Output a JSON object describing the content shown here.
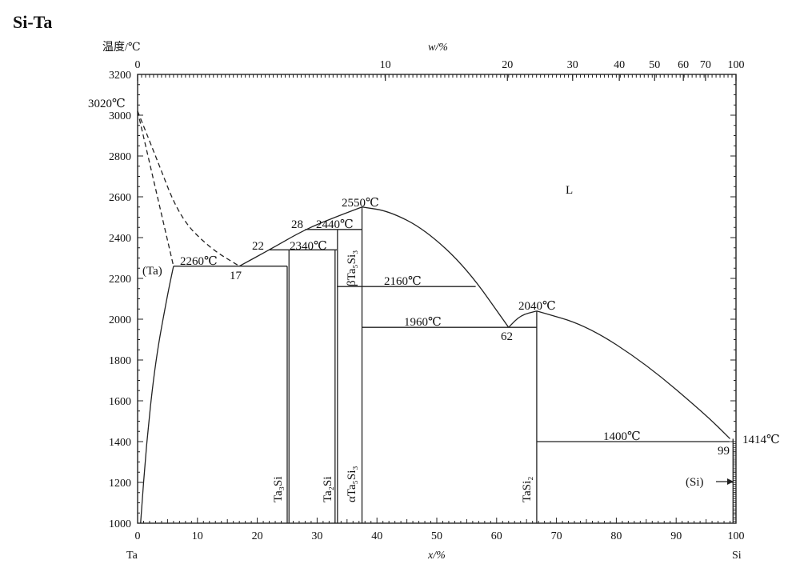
{
  "title": "Si-Ta",
  "axes": {
    "y_label": "温度/℃",
    "x_bottom_label": "x/%",
    "x_top_label": "w/%",
    "left_element": "Ta",
    "right_element": "Si",
    "y_ticks": [
      "1000",
      "1200",
      "1400",
      "1600",
      "1800",
      "2000",
      "2200",
      "2400",
      "2600",
      "2800",
      "3000",
      "3200"
    ],
    "y_values": [
      1000,
      1200,
      1400,
      1600,
      1800,
      2000,
      2200,
      2400,
      2600,
      2800,
      3000,
      3200
    ],
    "x_ticks": [
      "0",
      "10",
      "20",
      "30",
      "40",
      "50",
      "60",
      "70",
      "80",
      "90",
      "100"
    ],
    "x_values": [
      0,
      10,
      20,
      30,
      40,
      50,
      60,
      70,
      80,
      90,
      100
    ],
    "top_ticks": [
      "0",
      "10",
      "20",
      "30",
      "40",
      "50",
      "60",
      "70",
      "100"
    ],
    "top_positions_at": [
      0,
      41.4,
      61.8,
      72.7,
      80.5,
      86.4,
      91.2,
      94.9,
      100
    ]
  },
  "annotations": {
    "ta_melt": "3020℃",
    "ta_peritectic": "2260℃",
    "ta_phase": "(Ta)",
    "comp_17": "17",
    "comp_22": "22",
    "comp_28": "28",
    "t_2340": "2340℃",
    "t_2440": "2440℃",
    "t_2550": "2550℃",
    "t_2160": "2160℃",
    "t_1960": "1960℃",
    "comp_62": "62",
    "t_2040": "2040℃",
    "t_1400": "1400℃",
    "comp_99": "99",
    "si_melt": "1414℃",
    "liquid": "L",
    "si_phase": "(Si)"
  },
  "phases": {
    "ta3si": "Ta₃Si",
    "ta2si": "Ta₂Si",
    "beta_ta5si3": "βTa₅Si₃",
    "alpha_ta5si3": "αTa₅Si₃",
    "tasi2": "TaSi₂"
  },
  "chart_data": {
    "type": "line",
    "xlabel": "x/%",
    "ylabel": "温度/℃",
    "xlim": [
      0,
      100
    ],
    "ylim": [
      1000,
      3200
    ],
    "series": [
      {
        "values": [
          [
            0,
            3020
          ],
          [
            3,
            2800
          ],
          [
            7,
            2500
          ],
          [
            12,
            2350
          ],
          [
            17,
            2260
          ]
        ]
      },
      {
        "values": [
          [
            0,
            3020
          ],
          [
            6,
            2260
          ]
        ]
      },
      {
        "values": [
          [
            17,
            2260
          ],
          [
            22,
            2340
          ],
          [
            28,
            2440
          ],
          [
            33,
            2500
          ],
          [
            37.5,
            2550
          ]
        ]
      },
      {
        "values": [
          [
            37.5,
            2550
          ],
          [
            42,
            2530
          ],
          [
            48,
            2440
          ],
          [
            55,
            2250
          ],
          [
            62,
            1960
          ]
        ]
      },
      {
        "values": [
          [
            62,
            1960
          ],
          [
            64,
            2020
          ],
          [
            66.7,
            2040
          ]
        ]
      },
      {
        "values": [
          [
            66.7,
            2040
          ],
          [
            75,
            1970
          ],
          [
            85,
            1780
          ],
          [
            95,
            1530
          ],
          [
            99,
            1414
          ]
        ]
      },
      {
        "values": [
          [
            6,
            2260
          ],
          [
            25,
            2260
          ]
        ]
      },
      {
        "values": [
          [
            22,
            2340
          ],
          [
            33.3,
            2340
          ]
        ]
      },
      {
        "values": [
          [
            28,
            2440
          ],
          [
            37.5,
            2440
          ]
        ]
      },
      {
        "values": [
          [
            33.3,
            2160
          ],
          [
            56.5,
            2160
          ]
        ]
      },
      {
        "values": [
          [
            37.5,
            1960
          ],
          [
            66.7,
            1960
          ]
        ]
      },
      {
        "values": [
          [
            66.7,
            1400
          ],
          [
            99,
            1400
          ]
        ]
      },
      {
        "values": [
          [
            0.5,
            1000
          ],
          [
            1.5,
            1400
          ],
          [
            3,
            1800
          ],
          [
            5,
            2120
          ],
          [
            6,
            2260
          ]
        ]
      },
      {
        "values": [
          [
            25,
            1000
          ],
          [
            25,
            2260
          ]
        ]
      },
      {
        "values": [
          [
            25.3,
            1000
          ],
          [
            25.3,
            2340
          ]
        ]
      },
      {
        "values": [
          [
            33,
            1000
          ],
          [
            33,
            2340
          ]
        ]
      },
      {
        "values": [
          [
            33.4,
            1000
          ],
          [
            33.4,
            2440
          ]
        ]
      },
      {
        "values": [
          [
            37.5,
            1000
          ],
          [
            37.5,
            2550
          ]
        ]
      },
      {
        "values": [
          [
            66.7,
            1000
          ],
          [
            66.7,
            2040
          ]
        ]
      },
      {
        "values": [
          [
            99.5,
            1000
          ],
          [
            99.5,
            1414
          ]
        ]
      }
    ]
  }
}
